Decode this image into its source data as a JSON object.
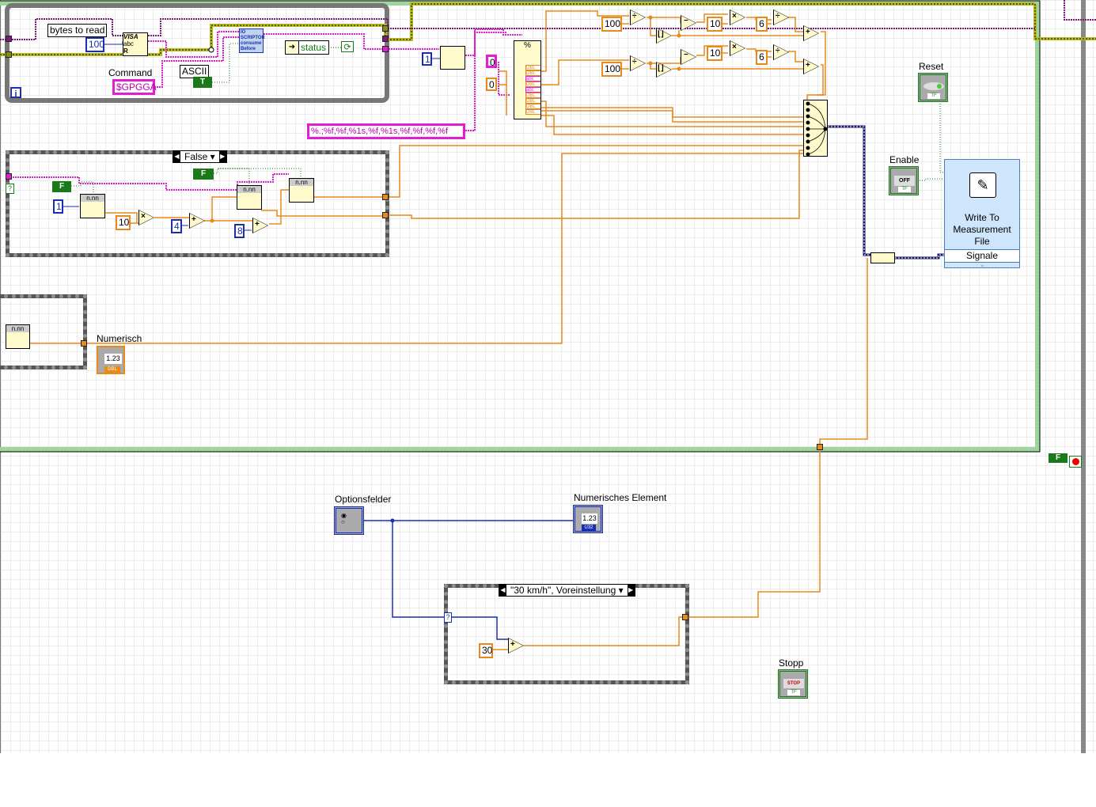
{
  "diagram": {
    "while_loop_top": {
      "iteration_terminal": "i",
      "bytes_to_read": {
        "label": "bytes to read",
        "value": "100"
      },
      "command": {
        "label": "Command",
        "value": "$GPGGA"
      },
      "ascii": {
        "label": "ASCII",
        "value": "T"
      },
      "visa_read": {
        "line1": "VISA",
        "line2": "abc",
        "line3": "R"
      },
      "scriptor": {
        "line1": "IO",
        "line2": "SCRIPTOR",
        "line3": "consume",
        "line4": "Before"
      },
      "status": {
        "label": "status"
      }
    },
    "scan_section": {
      "index_const": "1",
      "format_string": "%.;%f,%f,%1s,%f,%1s,%f,%f,%f,%f",
      "zero_consts": [
        "0",
        "0"
      ],
      "scan_outputs": [
        "DBL",
        "DBL",
        "abc",
        "DBL",
        "abc",
        "DBL",
        "DBL",
        "DBL",
        "DBL"
      ],
      "row1": {
        "divisor": "100",
        "mult": "10",
        "div": "6"
      },
      "row2": {
        "divisor": "100",
        "mult": "10",
        "div": "6"
      }
    },
    "case_false": {
      "selector": "False",
      "bool_consts": [
        "F",
        "F"
      ],
      "index_const": "1",
      "mult_const": "10",
      "add_const_1": "4",
      "add_const_2": "8",
      "node_label": "n.nn"
    },
    "numerisch": {
      "label": "Numerisch",
      "value": "1.23",
      "type": "DBL"
    },
    "reset": {
      "label": "Reset",
      "type": "TF"
    },
    "enable": {
      "label": "Enable",
      "value": "OFF",
      "type": "TF"
    },
    "write_file": {
      "title_line1": "Write To",
      "title_line2": "Measurement",
      "title_line3": "File",
      "input": "Signale"
    },
    "stop_consts": {
      "bool": "F"
    },
    "optionsfelder": {
      "label": "Optionsfelder"
    },
    "numerisches_element": {
      "label": "Numerisches Element",
      "value": "1.23",
      "type": "U32"
    },
    "case_speed": {
      "selector": "\"30 km/h\", Voreinstellung",
      "const": "30"
    },
    "stopp": {
      "label": "Stopp",
      "value": "STOP",
      "type": "TF"
    }
  },
  "colors": {
    "dbl_wire": "#e88a1a",
    "string_wire": "#e020d0",
    "int_wire": "#1a2fb0",
    "bool_wire": "#1a7a1a",
    "visa_wire": "#7a1a7a",
    "error_wire": "#b8b81a",
    "loop_border": "#88cc88"
  }
}
